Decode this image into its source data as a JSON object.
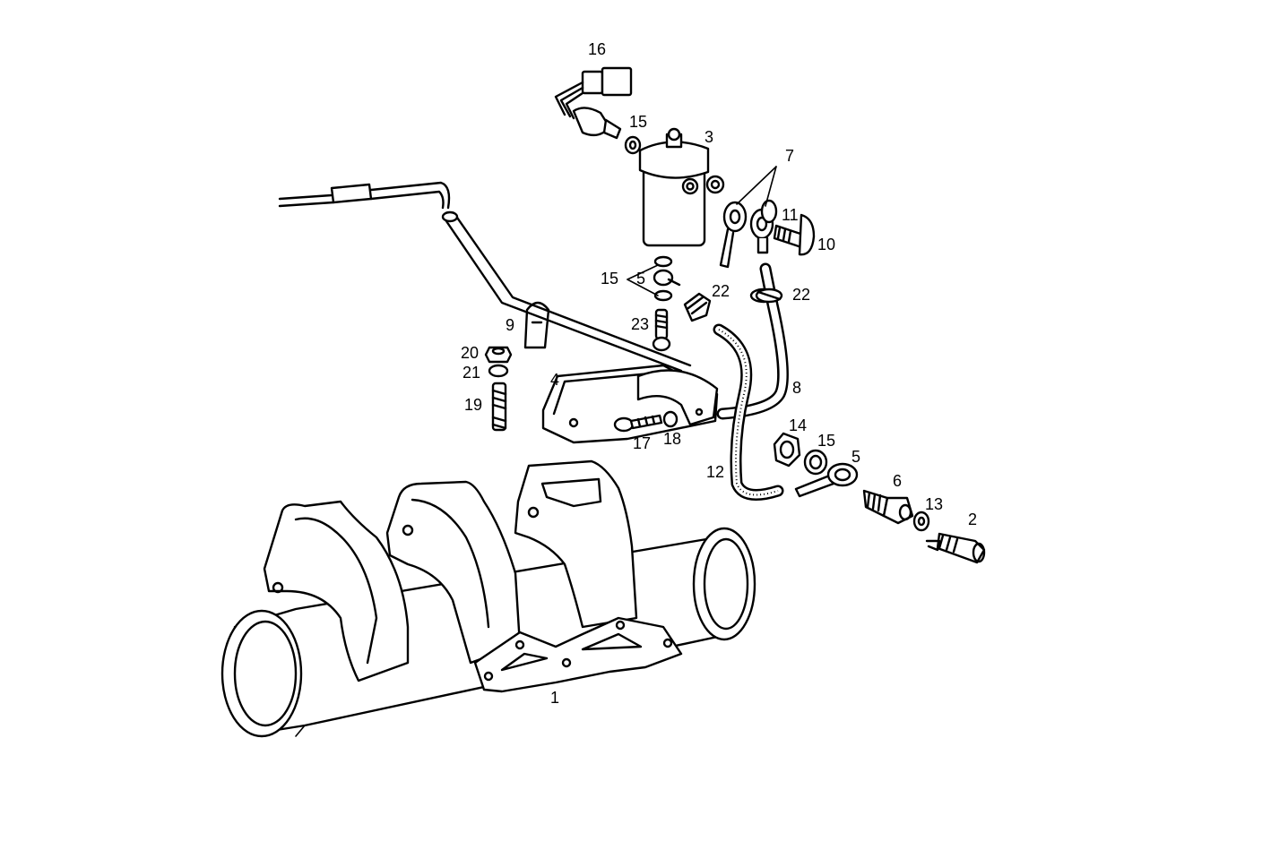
{
  "callouts": {
    "c1": "1",
    "c2": "2",
    "c3": "3",
    "c4": "4",
    "c5a": "5",
    "c5b": "5",
    "c6": "6",
    "c7": "7",
    "c8": "8",
    "c9": "9",
    "c10": "10",
    "c11": "11",
    "c12": "12",
    "c13": "13",
    "c14": "14",
    "c15a": "15",
    "c15b": "15",
    "c15c": "15",
    "c16": "16",
    "c17": "17",
    "c18": "18",
    "c19": "19",
    "c20": "20",
    "c21": "21",
    "c22a": "22",
    "c22b": "22",
    "c23": "23"
  }
}
